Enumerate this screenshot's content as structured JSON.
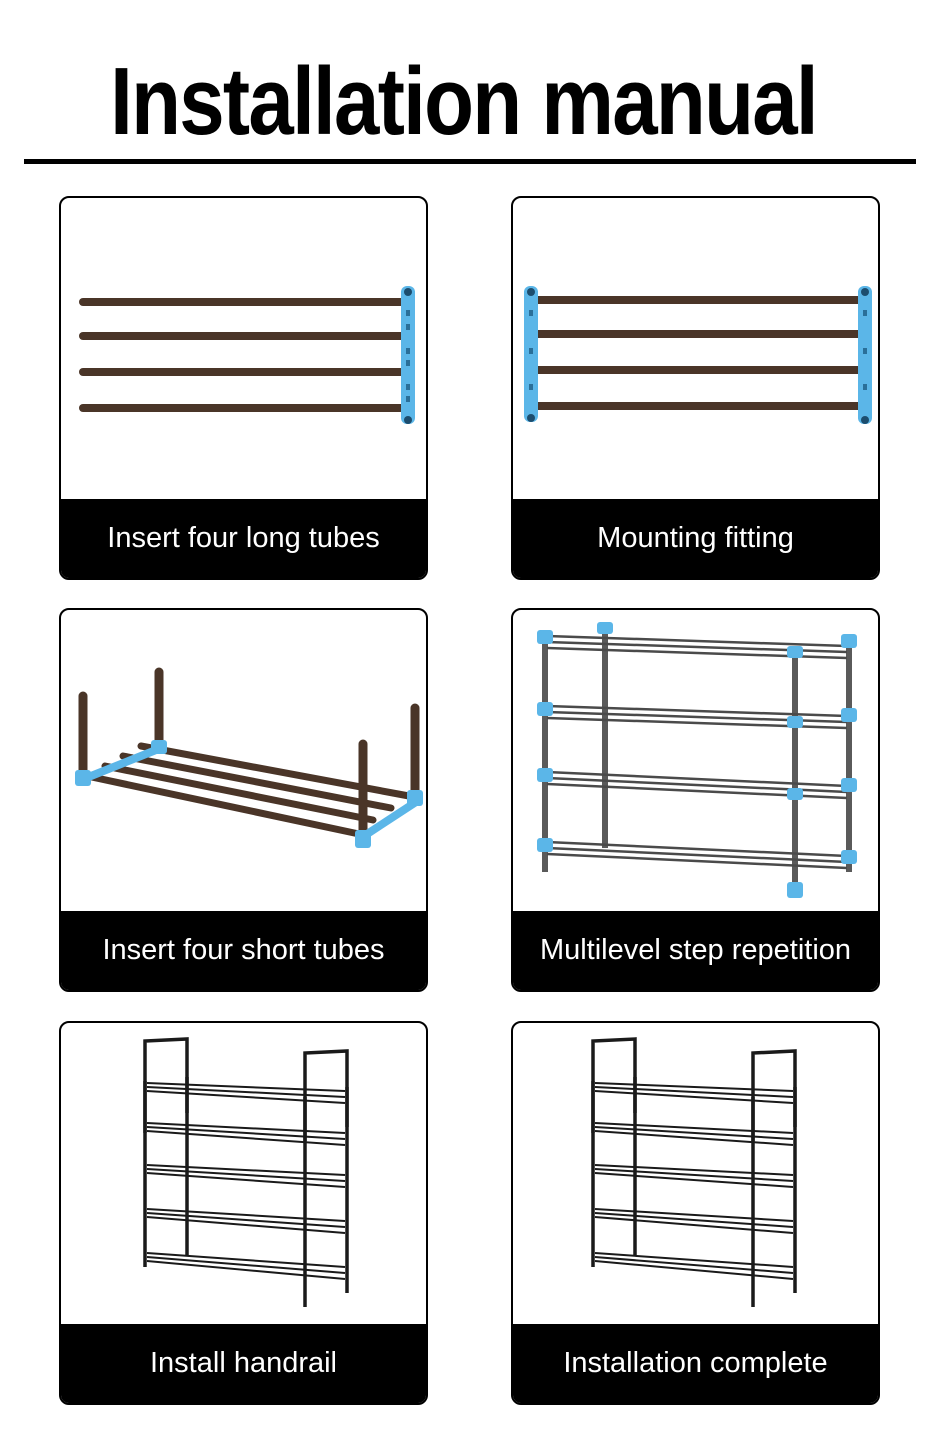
{
  "title": "Installation manual",
  "colors": {
    "tube": "#4a3528",
    "fitting": "#5bb6e8",
    "caption_bg": "#000000",
    "frame": "#111111"
  },
  "steps": [
    {
      "label": "Insert four long tubes"
    },
    {
      "label": "Mounting fitting"
    },
    {
      "label": "Insert four short tubes"
    },
    {
      "label": "Multilevel step repetition"
    },
    {
      "label": "Install handrail"
    },
    {
      "label": "Installation complete"
    }
  ]
}
